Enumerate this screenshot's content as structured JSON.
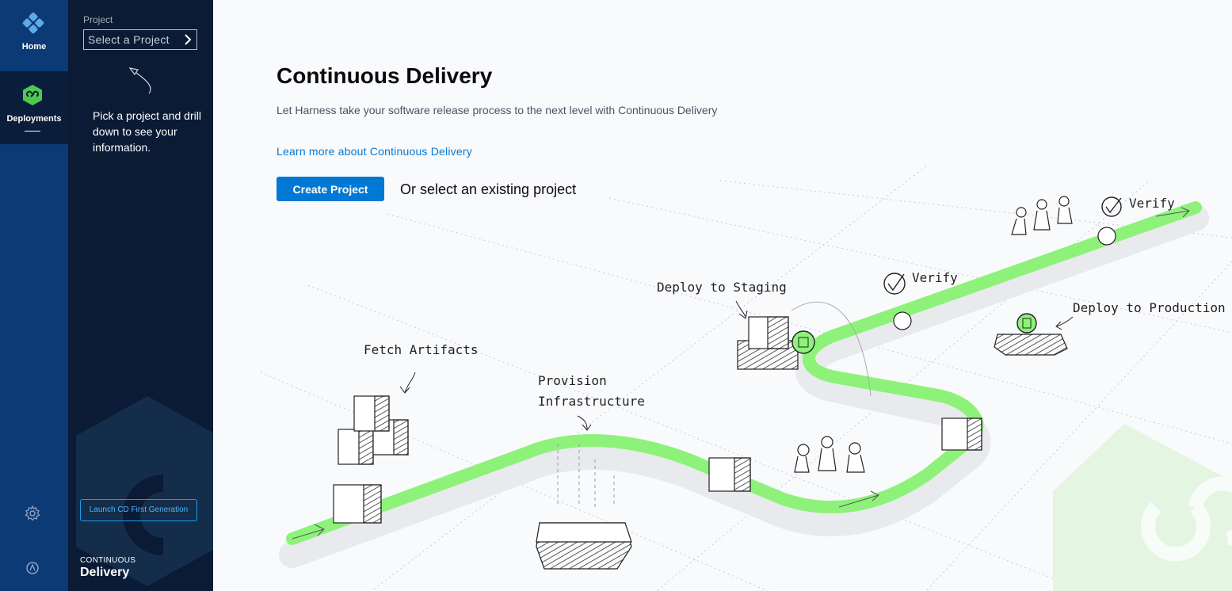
{
  "nav": {
    "home_label": "Home",
    "deployments_label": "Deployments"
  },
  "panel": {
    "project_label": "Project",
    "project_select_placeholder": "Select a Project",
    "hint": "Pick a project and drill down to see your information.",
    "launch_button": "Launch CD First Generation",
    "module_small": "CONTINUOUS",
    "module_big": "Delivery"
  },
  "main": {
    "title": "Continuous Delivery",
    "description": "Let Harness take your software release process to the next level with Continuous Delivery",
    "learn_link": "Learn more about Continuous Delivery",
    "create_button": "Create Project",
    "or_text": "Or select an existing project"
  },
  "illustration": {
    "labels": {
      "fetch": "Fetch Artifacts",
      "provision_1": "Provision",
      "provision_2": "Infrastructure",
      "staging": "Deploy to Staging",
      "verify_1": "Verify",
      "verify_2": "Verify",
      "production": "Deploy to Production"
    }
  },
  "colors": {
    "nav_bg": "#0b3a75",
    "panel_bg": "#0b1b35",
    "accent_blue": "#0278d5",
    "path_green": "#8ef27a",
    "module_green": "#4dc952"
  },
  "icons": [
    "harness-home-icon",
    "deployments-icon",
    "chevron-right-icon",
    "gear-icon",
    "user-icon"
  ]
}
